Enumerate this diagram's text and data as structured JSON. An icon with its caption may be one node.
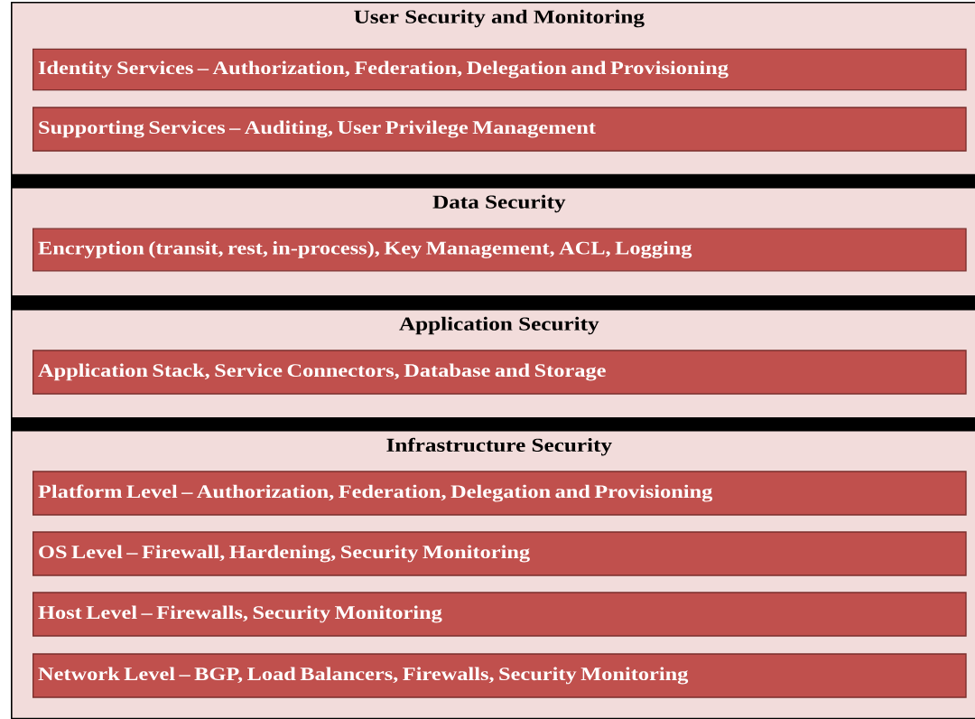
{
  "diagram": {
    "nodes": [
      {
        "text": [
          "User Security and Monitoring"
        ]
      },
      {
        "text": [
          "Identity Services – Authorization, Federation, Delegation and Provisioning"
        ],
        "in": 0
      },
      {
        "text": [
          "Supporting Services – Auditing, User Privilege Management"
        ],
        "in": 0
      },
      {
        "text": [
          "Data Security"
        ]
      },
      {
        "text": [
          "Encryption (transit, rest, in-process), Key Management, ACL, Logging"
        ],
        "in": 3
      },
      {
        "text": [
          "Application Security"
        ]
      },
      {
        "text": [
          "Application Stack, Service Connectors, Database and Storage"
        ],
        "in": 5
      },
      {
        "text": [
          "Infrastructure Security"
        ]
      },
      {
        "text": [
          "Platform Level – Authorization, Federation, Delegation and Provisioning"
        ],
        "in": 7
      },
      {
        "text": [
          "OS Level – Firewall, Hardening, Security Monitoring"
        ],
        "in": 7
      },
      {
        "text": [
          "Host Level – Firewalls, Security Monitoring"
        ],
        "in": 7
      },
      {
        "text": [
          "Network Level – BGP, Load Balancers, Firewalls, Security Monitoring"
        ],
        "in": 7
      }
    ]
  }
}
